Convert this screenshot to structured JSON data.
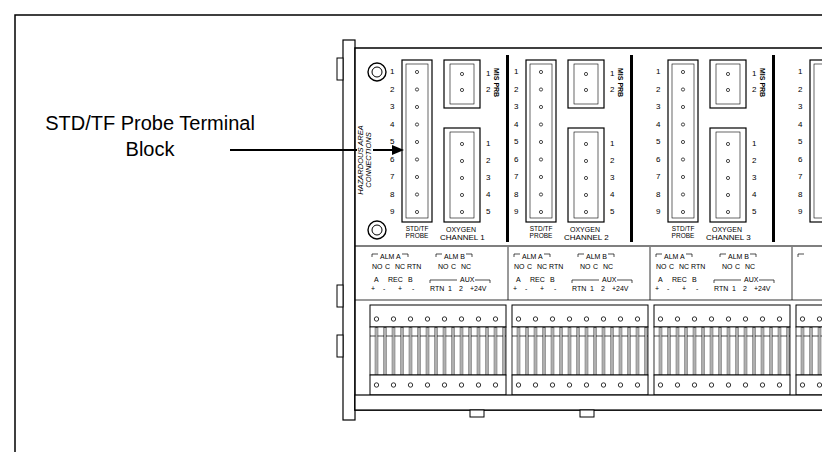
{
  "diagram": {
    "labels": [
      "STD/TF Probe Terminal Block",
      "HAZARDOUS AREA CONNECTIONS",
      "1",
      "2",
      "3",
      "4",
      "5",
      "6",
      "7",
      "8",
      "9",
      "1",
      "2",
      "MIS PRB",
      "1",
      "2",
      "3",
      "4",
      "5",
      "STD/TF PROBE",
      "OXYGEN",
      "CHANNEL 1",
      "ALM A",
      "NO",
      "C",
      "NC",
      "RTN",
      "ALM B",
      "NO",
      "C",
      "NC",
      "A",
      "REC",
      "B",
      "+",
      "-",
      "+",
      "-",
      "AUX",
      "RTN",
      "1",
      "2",
      "+24V",
      "1",
      "2",
      "3",
      "4",
      "5",
      "6",
      "7",
      "8",
      "9",
      "1",
      "2",
      "MIS PRB",
      "1",
      "2",
      "3",
      "4",
      "5",
      "STD/TF PROBE",
      "OXYGEN",
      "CHANNEL 2",
      "ALM A",
      "NO",
      "C",
      "NC",
      "RTN",
      "ALM B",
      "NO",
      "C",
      "NC",
      "A",
      "REC",
      "B",
      "+",
      "-",
      "+",
      "-",
      "AUX",
      "RTN",
      "1",
      "2",
      "+24V",
      "1",
      "2",
      "3",
      "4",
      "5",
      "6",
      "7",
      "8",
      "9",
      "1",
      "2",
      "MIS PRB",
      "1",
      "2",
      "3",
      "4",
      "5",
      "STD/TF PROBE",
      "OXYGEN",
      "CHANNEL 3",
      "ALM A",
      "NO",
      "C",
      "NC",
      "RTN",
      "ALM B",
      "NO",
      "C",
      "NC",
      "A",
      "REC",
      "B",
      "+",
      "-",
      "+",
      "-",
      "AUX",
      "RTN",
      "1",
      "2",
      "+24V",
      "1",
      "2",
      "3",
      "4",
      "5",
      "6",
      "7",
      "8",
      "9"
    ]
  }
}
